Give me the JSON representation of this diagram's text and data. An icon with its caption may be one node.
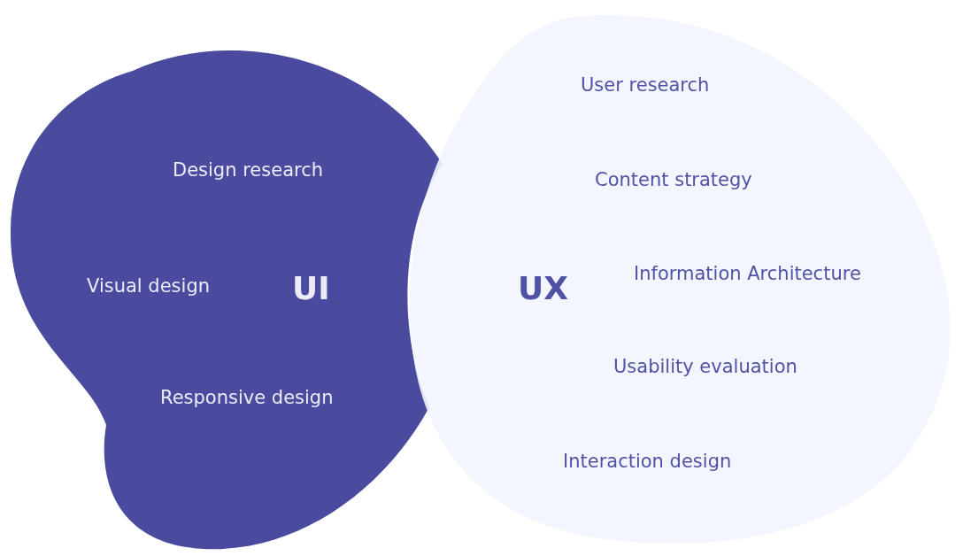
{
  "diagram": {
    "nodes": [
      {
        "text": [
          "Design research",
          "Visual design",
          "UI",
          "Responsive design"
        ]
      },
      {
        "text": [
          "User research",
          "Content strategy",
          "UX",
          "Information Architecture",
          "Usability evaluation",
          "Interaction design"
        ]
      }
    ]
  }
}
